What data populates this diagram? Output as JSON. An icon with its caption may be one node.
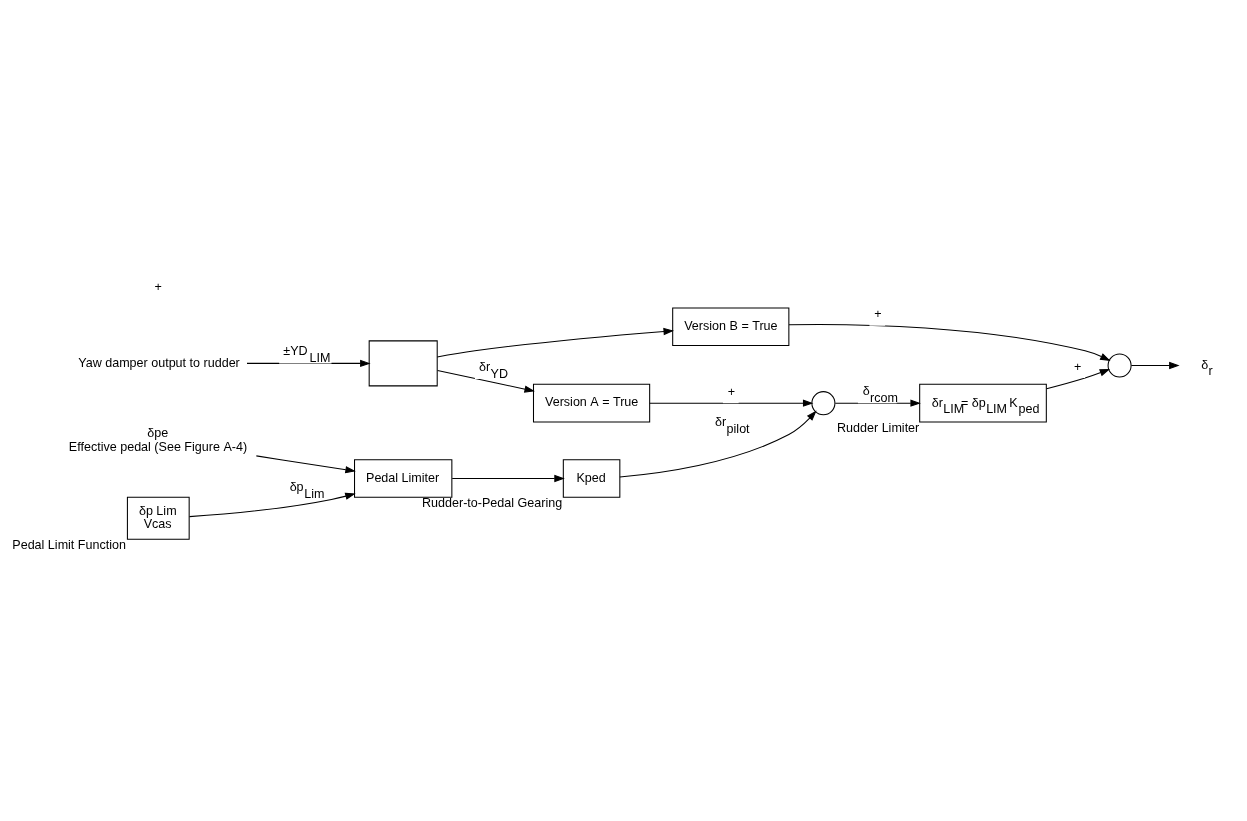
{
  "diagram": {
    "nodes": [
      {
        "text": [
          "Yaw damper output to rudder"
        ]
      },
      {
        "text": [],
        "shape": "box"
      },
      {
        "text": [
          "Version A = True"
        ]
      },
      {
        "text": [
          "Version B = True"
        ]
      },
      {
        "text": [
          "δpe",
          "Effective pedal (See Figure A-4)"
        ]
      },
      {
        "text": [
          "Pedal Limiter"
        ]
      },
      {
        "text": [
          "δp Lim",
          "Vcas"
        ],
        "beside": [
          "Pedal Limit Function"
        ]
      },
      {
        "text": [
          "Kped"
        ],
        "beside": [
          "Rudder-to-Pedal Gearing"
        ]
      },
      {
        "text": [],
        "shape": "circle"
      },
      {
        "text": [
          "δr$_{LIM}$= δp$_{LIM}$ K$_{ped}$"
        ],
        "beside": [
          "Rudder Limiter"
        ]
      },
      {
        "text": [],
        "shape": "circle"
      },
      {
        "text": [
          "δ$_{r}$"
        ]
      }
    ],
    "edges": [
      {
        "from": 0,
        "to": 1,
        "arrow": "to",
        "label": "±YD$_{LIM}$"
      },
      {
        "from": 1,
        "to": 2,
        "arrow": "to",
        "label": "δr$_{YD}$"
      },
      {
        "from": 1,
        "to": 3,
        "arrow": "to"
      },
      {
        "from": 4,
        "to": 5,
        "arrow": "to"
      },
      {
        "from": 6,
        "to": 5,
        "arrow": "to",
        "label": "δp$_{Lim}$"
      },
      {
        "from": 5,
        "to": 7,
        "arrow": "to"
      },
      {
        "from": 7,
        "to": 8,
        "arrow": "to",
        "label": "δr$_{pilot}$"
      },
      {
        "from": 2,
        "to": 8,
        "arrow": "to",
        "label": "+"
      },
      {
        "from": 8,
        "to": 9,
        "arrow": "to",
        "label": "δ$_{rcom}$"
      },
      {
        "from": 9,
        "to": 10,
        "arrow": "to",
        "label": "+"
      },
      {
        "from": 3,
        "to": 10,
        "arrow": "to",
        "label": "+"
      },
      {
        "from": 10,
        "to": 11,
        "arrow": "to"
      }
    ],
    "labels": [
      "+"
    ]
  }
}
